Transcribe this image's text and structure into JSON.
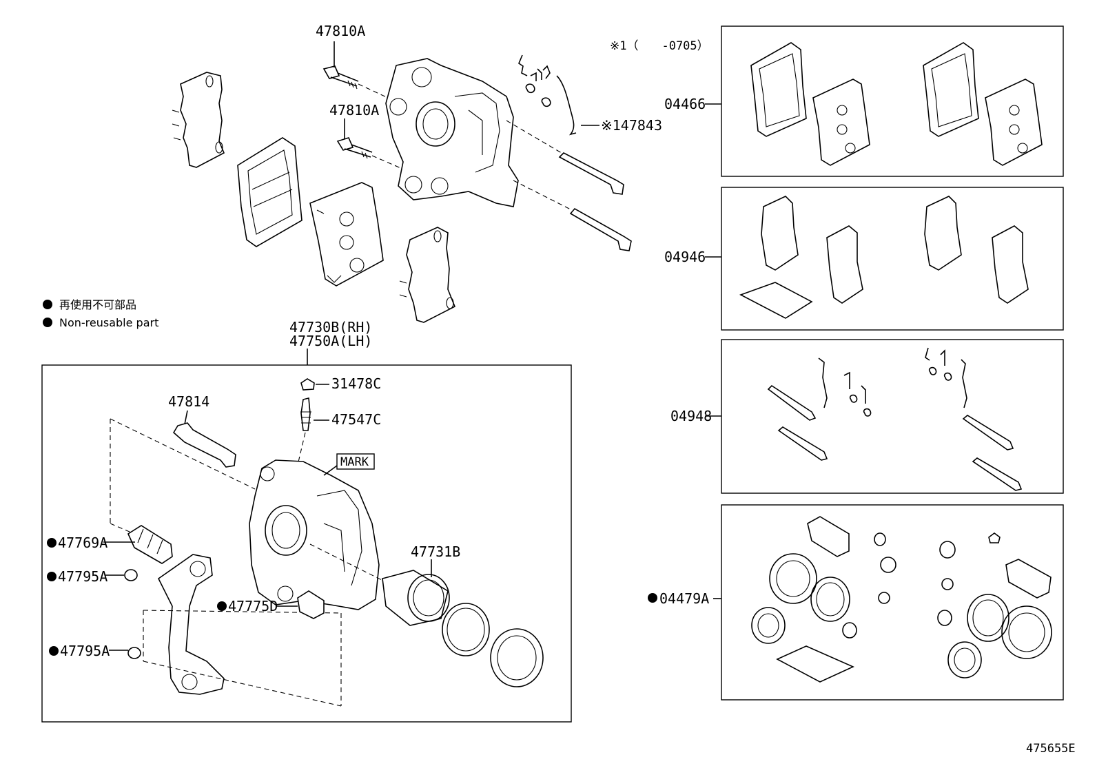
{
  "labels": {
    "bolt_upper": "47810A",
    "bolt_lower": "47810A",
    "note_ref": "※1（　　-0705）",
    "spring_note": "※147843",
    "caliper_rh": "47730B(RH)",
    "caliper_lh": "47750A(LH)",
    "cap": "31478C",
    "bleeder": "47547C",
    "pin": "47814",
    "mark": "MARK",
    "boot": "47769A",
    "bush_upper": "47795A",
    "bush_lower": "47795A",
    "piston_boot": "47775D",
    "piston": "47731B",
    "kit_pads": "04466",
    "kit_shims": "04946",
    "kit_fitting": "04948",
    "kit_cylinder": "04479A",
    "figure_id": "475655E"
  },
  "legend": {
    "jp": "再使用不可部品",
    "en": "Non-reusable part"
  },
  "non_reusable_parts": [
    "47769A",
    "47795A",
    "47795A",
    "47775D",
    "04479A"
  ]
}
